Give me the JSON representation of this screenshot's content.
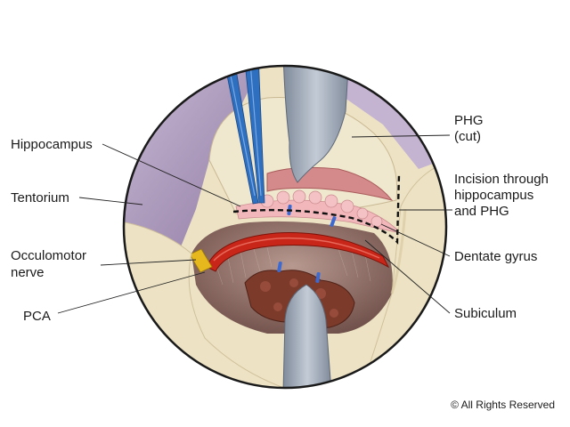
{
  "labels": {
    "hippocampus": "Hippocampus",
    "tentorium": "Tentorium",
    "occulomotor_line1": "Occulomotor",
    "occulomotor_line2": "nerve",
    "pca": "PCA",
    "phg_line1": "PHG",
    "phg_line2": "(cut)",
    "incision_line1": "Incision through",
    "incision_line2": "hippocampus",
    "incision_line3": "and PHG",
    "dentate_gyrus": "Dentate gyrus",
    "subiculum": "Subiculum"
  },
  "copyright": "© All Rights Reserved",
  "colors": {
    "outline": "#1a1a1a",
    "bone": "#ede3c4",
    "tentorium": "#b9a7c7",
    "tentorium_dark": "#8f7aa3",
    "brain": "#e8dcc0",
    "cavity": "#8a6a60",
    "artery": "#c9261a",
    "tumor": "#7c3a2a",
    "retractor": "#9aa6b6",
    "instrument": "#2e6fc0",
    "dentate": "#f2b7ba",
    "nerve": "#e6b81e"
  },
  "icons": [
    "retractor-top",
    "retractor-bottom",
    "dissector-pair"
  ]
}
